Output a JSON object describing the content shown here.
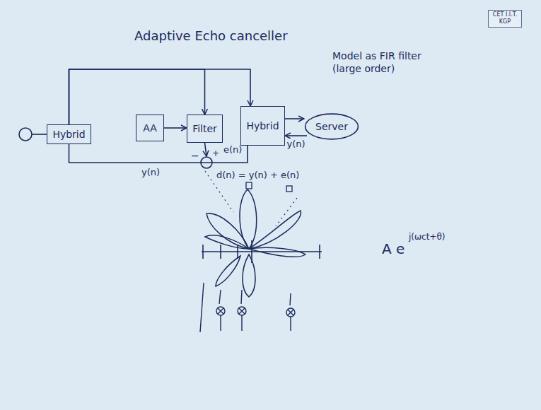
{
  "diagram": {
    "title": "Adaptive Echo canceller",
    "nodes": [
      {
        "text": [
          "Hybrid"
        ]
      },
      {
        "text": [
          "AA"
        ]
      },
      {
        "text": [
          "Filter"
        ]
      },
      {
        "text": [
          "Hybrid"
        ]
      },
      {
        "text": [
          "Server"
        ]
      }
    ],
    "edges": [
      {
        "from": 0,
        "to": 3,
        "arrow": "to"
      },
      {
        "from": 0,
        "to": 2,
        "arrow": "to"
      },
      {
        "from": 1,
        "to": 2,
        "arrow": "to"
      },
      {
        "from": 3,
        "to": 4,
        "arrow": "to"
      },
      {
        "from": 4,
        "to": 3,
        "label": "y(n)",
        "arrow": "to"
      },
      {
        "from": 3,
        "to": 0,
        "arrow": "none"
      }
    ],
    "labels": [
      "e(n)",
      "y(n)",
      "d(n) = y(n) + e(n)",
      "−",
      "+",
      "Model as FIR filter (large order)",
      "A e",
      "j(ωct+θ)",
      "CET I.I.T. KGP"
    ]
  }
}
